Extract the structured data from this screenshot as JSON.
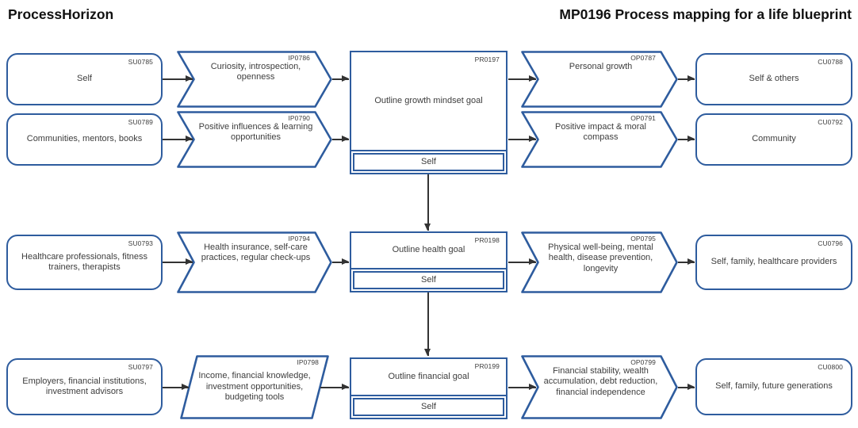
{
  "header": {
    "app_title": "ProcessHorizon",
    "map_title": "MP0196 Process mapping for a life blueprint"
  },
  "colors": {
    "shape_border": "#2e5c9e",
    "arrow": "#333333",
    "text": "#3d3d3d"
  },
  "diagram": {
    "streams": [
      {
        "process": {
          "id": "PR0197",
          "label": "Outline growth mindset goal",
          "owner": "Self"
        },
        "lanes": [
          {
            "supplier": {
              "id": "SU0785",
              "label": "Self"
            },
            "input": {
              "id": "IP0786",
              "label": "Curiosity, introspection, openness"
            },
            "output": {
              "id": "OP0787",
              "label": "Personal growth"
            },
            "customer": {
              "id": "CU0788",
              "label": "Self & others"
            }
          },
          {
            "supplier": {
              "id": "SU0789",
              "label": "Communities, mentors, books"
            },
            "input": {
              "id": "IP0790",
              "label": "Positive influences & learning opportunities"
            },
            "output": {
              "id": "OP0791",
              "label": "Positive impact & moral compass"
            },
            "customer": {
              "id": "CU0792",
              "label": "Community"
            }
          }
        ]
      },
      {
        "process": {
          "id": "PR0198",
          "label": "Outline health goal",
          "owner": "Self"
        },
        "lanes": [
          {
            "supplier": {
              "id": "SU0793",
              "label": "Healthcare professionals, fitness trainers, therapists"
            },
            "input": {
              "id": "IP0794",
              "label": "Health insurance, self-care practices, regular check-ups"
            },
            "output": {
              "id": "OP0795",
              "label": "Physical well-being, mental health, disease prevention, longevity"
            },
            "customer": {
              "id": "CU0796",
              "label": "Self, family, healthcare providers"
            }
          }
        ]
      },
      {
        "process": {
          "id": "PR0199",
          "label": "Outline financial goal",
          "owner": "Self"
        },
        "lanes": [
          {
            "supplier": {
              "id": "SU0797",
              "label": "Employers, financial institutions, investment advisors"
            },
            "input": {
              "id": "IP0798",
              "label": "Income, financial knowledge, investment opportunities, budgeting tools"
            },
            "output": {
              "id": "OP0799",
              "label": "Financial stability, wealth accumulation, debt reduction, financial independence"
            },
            "customer": {
              "id": "CU0800",
              "label": "Self, family, future generations"
            }
          }
        ]
      }
    ]
  }
}
